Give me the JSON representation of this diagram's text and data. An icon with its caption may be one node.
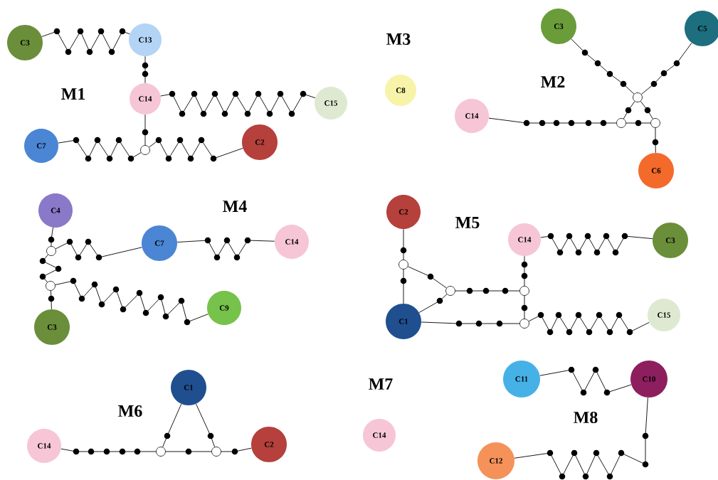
{
  "diagram": {
    "nodes": [
      {
        "text": [
          "C3"
        ]
      },
      {
        "text": [
          "C13"
        ]
      },
      {
        "text": [
          "C14"
        ]
      },
      {
        "text": [
          "C15"
        ]
      },
      {
        "text": [
          "C7"
        ]
      },
      {
        "text": [
          "C2"
        ]
      },
      {
        "text": [],
        "shape": "circle"
      },
      {
        "text": [
          "C8"
        ]
      },
      {
        "text": [
          "C3"
        ]
      },
      {
        "text": [
          "C5"
        ]
      },
      {
        "text": [],
        "shape": "circle"
      },
      {
        "text": [
          "C14"
        ]
      },
      {
        "text": [],
        "shape": "circle"
      },
      {
        "text": [],
        "shape": "circle"
      },
      {
        "text": [
          "C6"
        ]
      },
      {
        "text": [
          "C4"
        ]
      },
      {
        "text": [],
        "shape": "circle"
      },
      {
        "text": [
          "C7"
        ]
      },
      {
        "text": [
          "C14"
        ]
      },
      {
        "text": [],
        "shape": "circle"
      },
      {
        "text": [
          "C9"
        ]
      },
      {
        "text": [
          "C3"
        ]
      },
      {
        "text": [
          "C2"
        ]
      },
      {
        "text": [
          "C14"
        ]
      },
      {
        "text": [
          "C3"
        ]
      },
      {
        "text": [],
        "shape": "circle"
      },
      {
        "text": [],
        "shape": "circle"
      },
      {
        "text": [],
        "shape": "circle"
      },
      {
        "text": [
          "C1"
        ]
      },
      {
        "text": [],
        "shape": "circle"
      },
      {
        "text": [
          "C15"
        ]
      },
      {
        "text": [
          "C1"
        ]
      },
      {
        "text": [
          "C14"
        ]
      },
      {
        "text": [],
        "shape": "circle"
      },
      {
        "text": [],
        "shape": "circle"
      },
      {
        "text": [
          "C2"
        ]
      },
      {
        "text": [
          "C14"
        ]
      },
      {
        "text": [
          "C11"
        ]
      },
      {
        "text": [
          "C10"
        ]
      },
      {
        "text": [
          "C12"
        ]
      }
    ],
    "edges": [
      {
        "from": 0,
        "to": 1,
        "arrow": "none"
      },
      {
        "from": 1,
        "to": 2,
        "arrow": "none"
      },
      {
        "from": 2,
        "to": 3,
        "arrow": "none"
      },
      {
        "from": 2,
        "to": 6,
        "arrow": "none"
      },
      {
        "from": 4,
        "to": 6,
        "arrow": "none"
      },
      {
        "from": 6,
        "to": 5,
        "arrow": "none"
      },
      {
        "from": 8,
        "to": 10,
        "arrow": "none"
      },
      {
        "from": 9,
        "to": 10,
        "arrow": "none"
      },
      {
        "from": 10,
        "to": 12,
        "arrow": "none"
      },
      {
        "from": 10,
        "to": 13,
        "arrow": "none"
      },
      {
        "from": 11,
        "to": 12,
        "arrow": "none"
      },
      {
        "from": 12,
        "to": 13,
        "arrow": "none"
      },
      {
        "from": 13,
        "to": 14,
        "arrow": "none"
      },
      {
        "from": 15,
        "to": 16,
        "arrow": "none"
      },
      {
        "from": 16,
        "to": 17,
        "arrow": "none"
      },
      {
        "from": 17,
        "to": 18,
        "arrow": "none"
      },
      {
        "from": 16,
        "to": 19,
        "arrow": "none"
      },
      {
        "from": 19,
        "to": 20,
        "arrow": "none"
      },
      {
        "from": 19,
        "to": 21,
        "arrow": "none"
      },
      {
        "from": 22,
        "to": 25,
        "arrow": "none"
      },
      {
        "from": 25,
        "to": 28,
        "arrow": "none"
      },
      {
        "from": 25,
        "to": 26,
        "arrow": "none"
      },
      {
        "from": 28,
        "to": 26,
        "arrow": "none"
      },
      {
        "from": 26,
        "to": 27,
        "arrow": "none"
      },
      {
        "from": 23,
        "to": 27,
        "arrow": "none"
      },
      {
        "from": 27,
        "to": 29,
        "arrow": "none"
      },
      {
        "from": 28,
        "to": 29,
        "arrow": "none"
      },
      {
        "from": 23,
        "to": 24,
        "arrow": "none"
      },
      {
        "from": 29,
        "to": 30,
        "arrow": "none"
      },
      {
        "from": 32,
        "to": 33,
        "arrow": "none"
      },
      {
        "from": 31,
        "to": 33,
        "arrow": "none"
      },
      {
        "from": 31,
        "to": 34,
        "arrow": "none"
      },
      {
        "from": 33,
        "to": 34,
        "arrow": "none"
      },
      {
        "from": 34,
        "to": 35,
        "arrow": "none"
      },
      {
        "from": 37,
        "to": 38,
        "arrow": "none"
      },
      {
        "from": 38,
        "to": 39,
        "arrow": "none"
      }
    ],
    "labels": [
      "M1",
      "M3",
      "M2",
      "M4",
      "M5",
      "M6",
      "M7",
      "M8"
    ]
  }
}
